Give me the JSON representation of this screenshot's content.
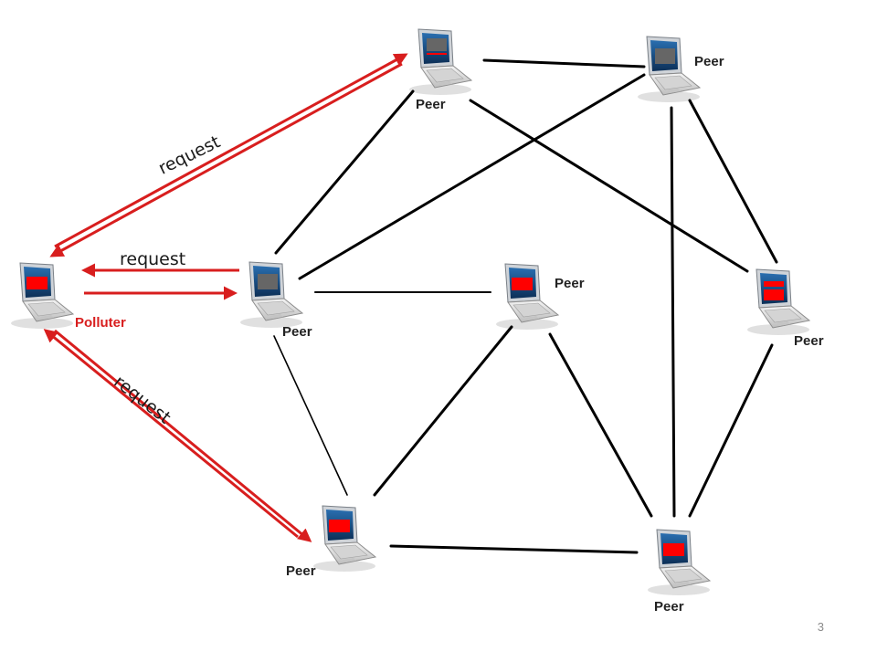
{
  "slide": {
    "page_number": "3",
    "request_label": "request",
    "colors": {
      "arrow": "#d81e1e",
      "link": "#000000",
      "screen_polluted": "#ff0000",
      "screen_clean": "#666666"
    }
  },
  "nodes": [
    {
      "id": "polluter",
      "label": "Polluter",
      "role": "polluter",
      "screen": "polluted"
    },
    {
      "id": "peer_mid",
      "label": "Peer",
      "screen": "clean"
    },
    {
      "id": "peer_top",
      "label": "Peer",
      "screen": "clean-red-line"
    },
    {
      "id": "peer_topright",
      "label": "Peer",
      "screen": "clean"
    },
    {
      "id": "peer_center",
      "label": "Peer",
      "screen": "polluted"
    },
    {
      "id": "peer_right",
      "label": "Peer",
      "screen": "polluted-bars"
    },
    {
      "id": "peer_bottom",
      "label": "Peer",
      "screen": "polluted"
    },
    {
      "id": "peer_bottomright",
      "label": "Peer",
      "screen": "polluted"
    }
  ],
  "links": [
    [
      "peer_top",
      "peer_topright"
    ],
    [
      "peer_top",
      "peer_right"
    ],
    [
      "peer_top",
      "peer_mid"
    ],
    [
      "peer_topright",
      "peer_mid"
    ],
    [
      "peer_topright",
      "peer_right"
    ],
    [
      "peer_topright",
      "peer_bottomright"
    ],
    [
      "peer_mid",
      "peer_center"
    ],
    [
      "peer_mid",
      "peer_bottom"
    ],
    [
      "peer_center",
      "peer_bottom"
    ],
    [
      "peer_center",
      "peer_bottomright"
    ],
    [
      "peer_right",
      "peer_bottomright"
    ],
    [
      "peer_bottom",
      "peer_bottomright"
    ]
  ],
  "requests": [
    {
      "between": [
        "polluter",
        "peer_top"
      ],
      "label": "request"
    },
    {
      "between": [
        "polluter",
        "peer_mid"
      ],
      "label": "request"
    },
    {
      "between": [
        "polluter",
        "peer_bottom"
      ],
      "label": "request"
    }
  ]
}
